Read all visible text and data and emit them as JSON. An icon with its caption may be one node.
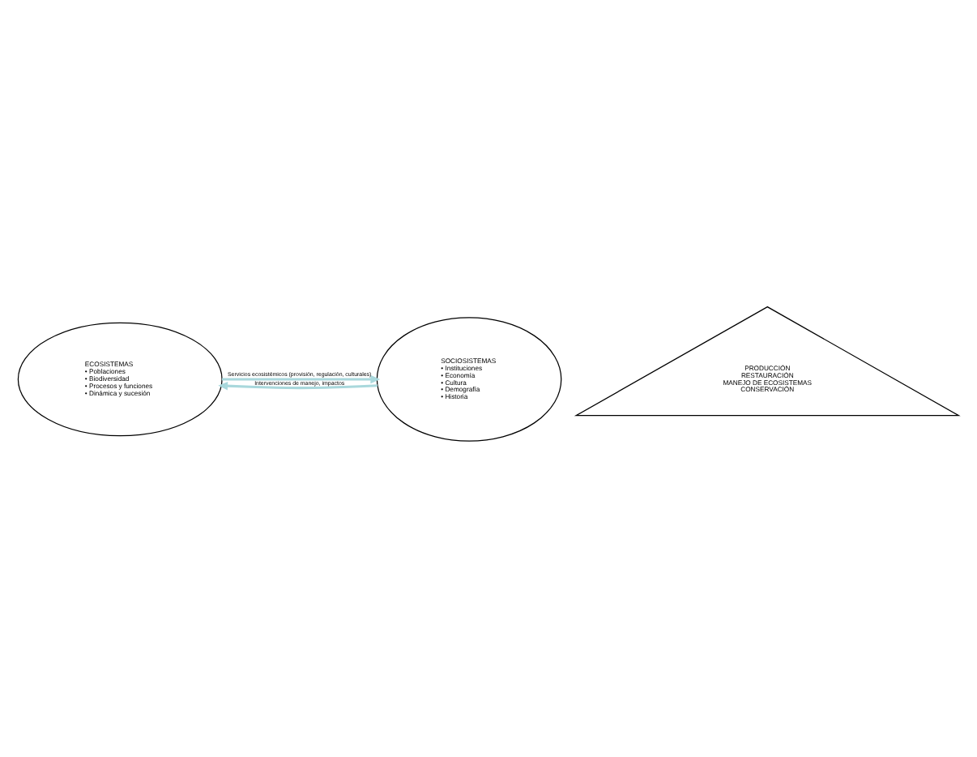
{
  "diagram": {
    "nodes": [
      {
        "text": [
          "ECOSISTEMAS",
          "• Poblaciones",
          "• Biodiversidad",
          "• Procesos y funciones",
          "• Dinámica y sucesión"
        ]
      },
      {
        "text": [
          "SOCIOSISTEMAS",
          "• Instituciones",
          "• Economía",
          "• Cultura",
          "• Demografía",
          "• Historia"
        ]
      },
      {
        "text": [
          "PRODUCCIÓN",
          "RESTAURACIÓN",
          "MANEJO DE ECOSISTEMAS",
          "CONSERVACIÓN"
        ]
      }
    ],
    "edges": [
      {
        "from": 0,
        "to": 1,
        "arrow": "to",
        "label": "Servicios ecosistémicos (provisión, regulación, culturales)"
      },
      {
        "from": 1,
        "to": 0,
        "arrow": "to",
        "label": "Intervenciones de manejo, impactos"
      }
    ]
  }
}
